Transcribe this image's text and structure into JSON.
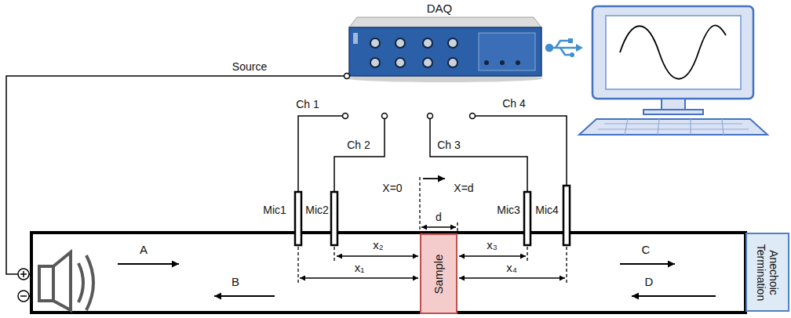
{
  "diagram": {
    "nodes": [
      {
        "text": [
          "Sample"
        ]
      },
      {
        "text": [
          "Anechoic Termination"
        ]
      }
    ],
    "labels": [
      "DAQ",
      "Source",
      "Ch 1",
      "Ch 2",
      "Ch 3",
      "Ch 4",
      "Mic1",
      "Mic2",
      "X=0",
      "X=d",
      "d",
      "Mic3",
      "Mic4",
      "A",
      "B",
      "x₂",
      "x₁",
      "x₃",
      "x₄",
      "C",
      "D"
    ]
  }
}
